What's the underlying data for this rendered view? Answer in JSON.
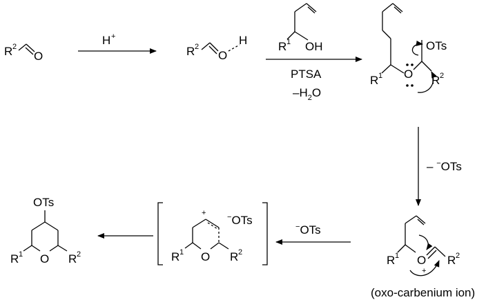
{
  "aldehyde": {
    "r": "R",
    "rsup": "2",
    "o": "O"
  },
  "step1": {
    "reagent": "H",
    "charge": "+"
  },
  "activated": {
    "r": "R",
    "rsup": "2",
    "o": "O",
    "h": "H"
  },
  "alcohol": {
    "r": "R",
    "rsup": "1",
    "oh": "OH"
  },
  "step2": {
    "reagent1": "PTSA",
    "reagent2": "–H",
    "reagent2_sub": "2",
    "reagent2_tail": "O"
  },
  "hemiacetal": {
    "ots": "OTs",
    "r1": "R",
    "r1sup": "1",
    "o": "O",
    "r2": "R",
    "r2sup": "2"
  },
  "step3": {
    "label_prefix": "– ",
    "minus": "−",
    "label_main": "OTs"
  },
  "oxocarbenium": {
    "r1": "R",
    "r1sup": "1",
    "o": "O",
    "charge": "+",
    "r2": "R",
    "r2sup": "2",
    "caption": "(oxo-carbenium ion)"
  },
  "step4": {
    "minus": "−",
    "label_main": "OTs"
  },
  "carbocation": {
    "charge": "+",
    "counter_minus": "−",
    "counter": "OTs",
    "r1": "R",
    "r1sup": "1",
    "o": "O",
    "r2": "R",
    "r2sup": "2"
  },
  "product": {
    "ots": "OTs",
    "r1": "R",
    "r1sup": "1",
    "o": "O",
    "r2": "R",
    "r2sup": "2"
  }
}
